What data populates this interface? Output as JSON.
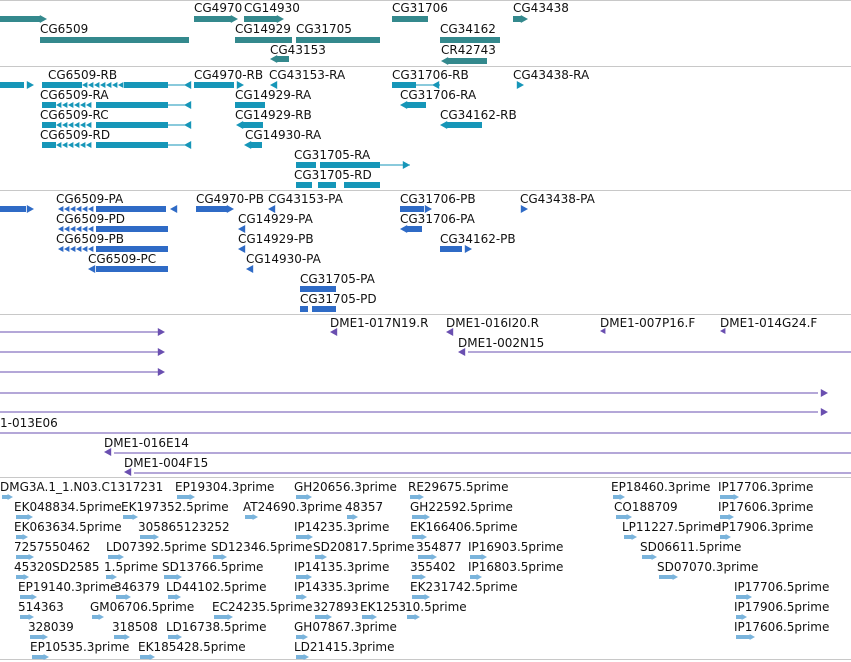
{
  "tracks": [
    {
      "id": "genes",
      "color": "#34898d",
      "labels": [
        "CG6509",
        "CG4970",
        "CG14930",
        "CG14929",
        "CG31705",
        "CG43153",
        "CG31706",
        "CG34162",
        "CR42743",
        "CG43438"
      ]
    },
    {
      "id": "transcripts",
      "color": "#1696b8",
      "labels": [
        "CG6509-RB",
        "CG4970-RB",
        "CG43153-RA",
        "CG31706-RB",
        "CG43438-RA",
        "CG6509-RA",
        "CG14929-RA",
        "CG31706-RA",
        "CG6509-RC",
        "CG14929-RB",
        "CG34162-RB",
        "CG6509-RD",
        "CG14930-RA",
        "CG31705-RA",
        "CG31705-RD"
      ]
    },
    {
      "id": "proteins",
      "color": "#2f6bc6",
      "labels": [
        "CG6509-PA",
        "CG4970-PB",
        "CG43153-PA",
        "CG31706-PB",
        "CG43438-PA",
        "CG6509-PD",
        "CG14929-PA",
        "CG31706-PA",
        "CG6509-PB",
        "CG14929-PB",
        "CG34162-PB",
        "CG6509-PC",
        "CG14930-PA",
        "CG31705-PA",
        "CG31705-PD"
      ]
    },
    {
      "id": "bac-clones",
      "color": "#6a4fb0",
      "labels": [
        "DME1-017N19.R",
        "DME1-016I20.R",
        "DME1-007P16.F",
        "DME1-014G24.F",
        "DME1-002N15",
        "1-013E06",
        "DME1-016E14",
        "DME1-004F15"
      ]
    },
    {
      "id": "est-reads",
      "color": "#7ab4dc",
      "labels": [
        "DMG3A.1_1.N03.C1317231",
        "EP19304.3prime",
        "GH20656.3prime",
        "RE29675.5prime",
        "EP18460.3prime",
        "IP17706.3prime",
        "EK048834.5prime",
        "EK197352.5prime",
        "AT24690.3prime",
        "48357",
        "GH22592.5prime",
        "CO188709",
        "IP17606.3prime",
        "EK063634.5prime",
        "305865123252",
        "IP14235.3prime",
        "EK166406.5prime",
        "LP11227.5prime",
        "IP17906.3prime",
        "7257550462",
        "LD07392.5prime",
        "SD12346.5prime",
        "SD20817.5prime",
        "354877",
        "IP16903.5prime",
        "SD06611.5prime",
        "45320SD2585",
        "1.5prime",
        "SD13766.5prime",
        "IP14135.3prime",
        "355402",
        "IP16803.5prime",
        "SD07070.3prime",
        "EP19140.3prime",
        "346379",
        "LD44102.5prime",
        "IP14335.3prime",
        "EK231742.5prime",
        "IP17706.5prime",
        "514363",
        "GM06706.5prime",
        "EC24235.5prime",
        "327893",
        "EK1253",
        "10.5prime",
        "IP17906.5prime",
        "328039",
        "318508",
        "LD16738.5prime",
        "GH07867.3prime",
        "IP17606.5prime",
        "EP10535.3prime",
        "EK185428.5prime",
        "LD21415.3prime"
      ]
    }
  ]
}
